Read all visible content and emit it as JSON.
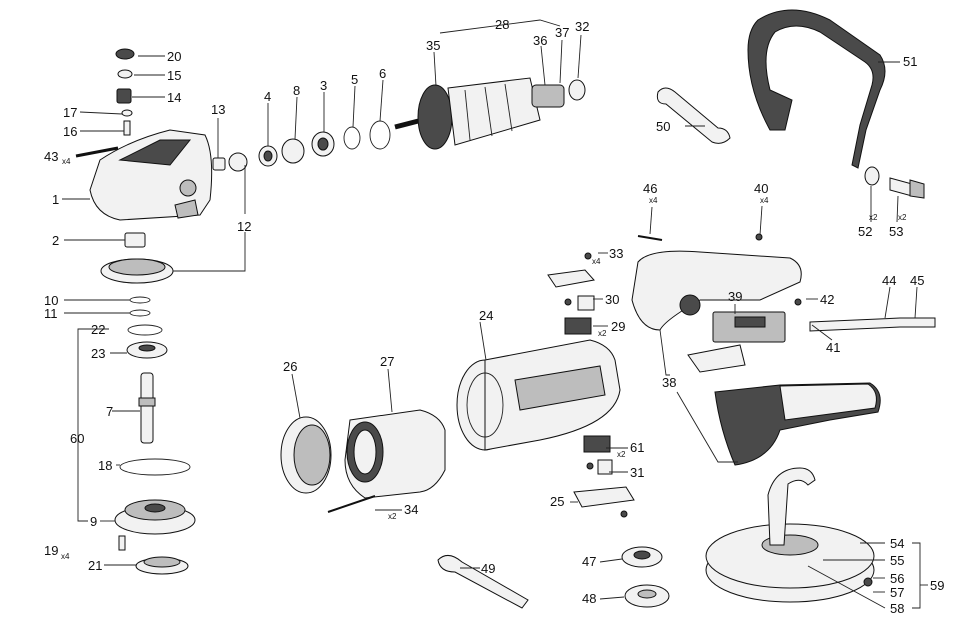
{
  "diagram": {
    "part_numbers": [
      "1",
      "2",
      "3",
      "4",
      "5",
      "6",
      "7",
      "8",
      "9",
      "10",
      "11",
      "12",
      "13",
      "14",
      "15",
      "16",
      "17",
      "18",
      "19",
      "20",
      "21",
      "22",
      "23",
      "24",
      "25",
      "26",
      "27",
      "28",
      "29",
      "30",
      "31",
      "32",
      "33",
      "34",
      "35",
      "36",
      "37",
      "38",
      "39",
      "40",
      "41",
      "42",
      "43",
      "44",
      "45",
      "46",
      "47",
      "48",
      "49",
      "50",
      "51",
      "52",
      "53",
      "54",
      "55",
      "56",
      "57",
      "58",
      "59",
      "60",
      "61"
    ],
    "quantity_marks": {
      "x4_a": "x4",
      "x4_b": "x4",
      "x4_c": "x4",
      "x4_d": "x4",
      "x4_e": "x4",
      "x2_a": "x2",
      "x2_b": "x2",
      "x2_c": "x2",
      "x2_d": "x2",
      "x2_e": "x2"
    }
  }
}
